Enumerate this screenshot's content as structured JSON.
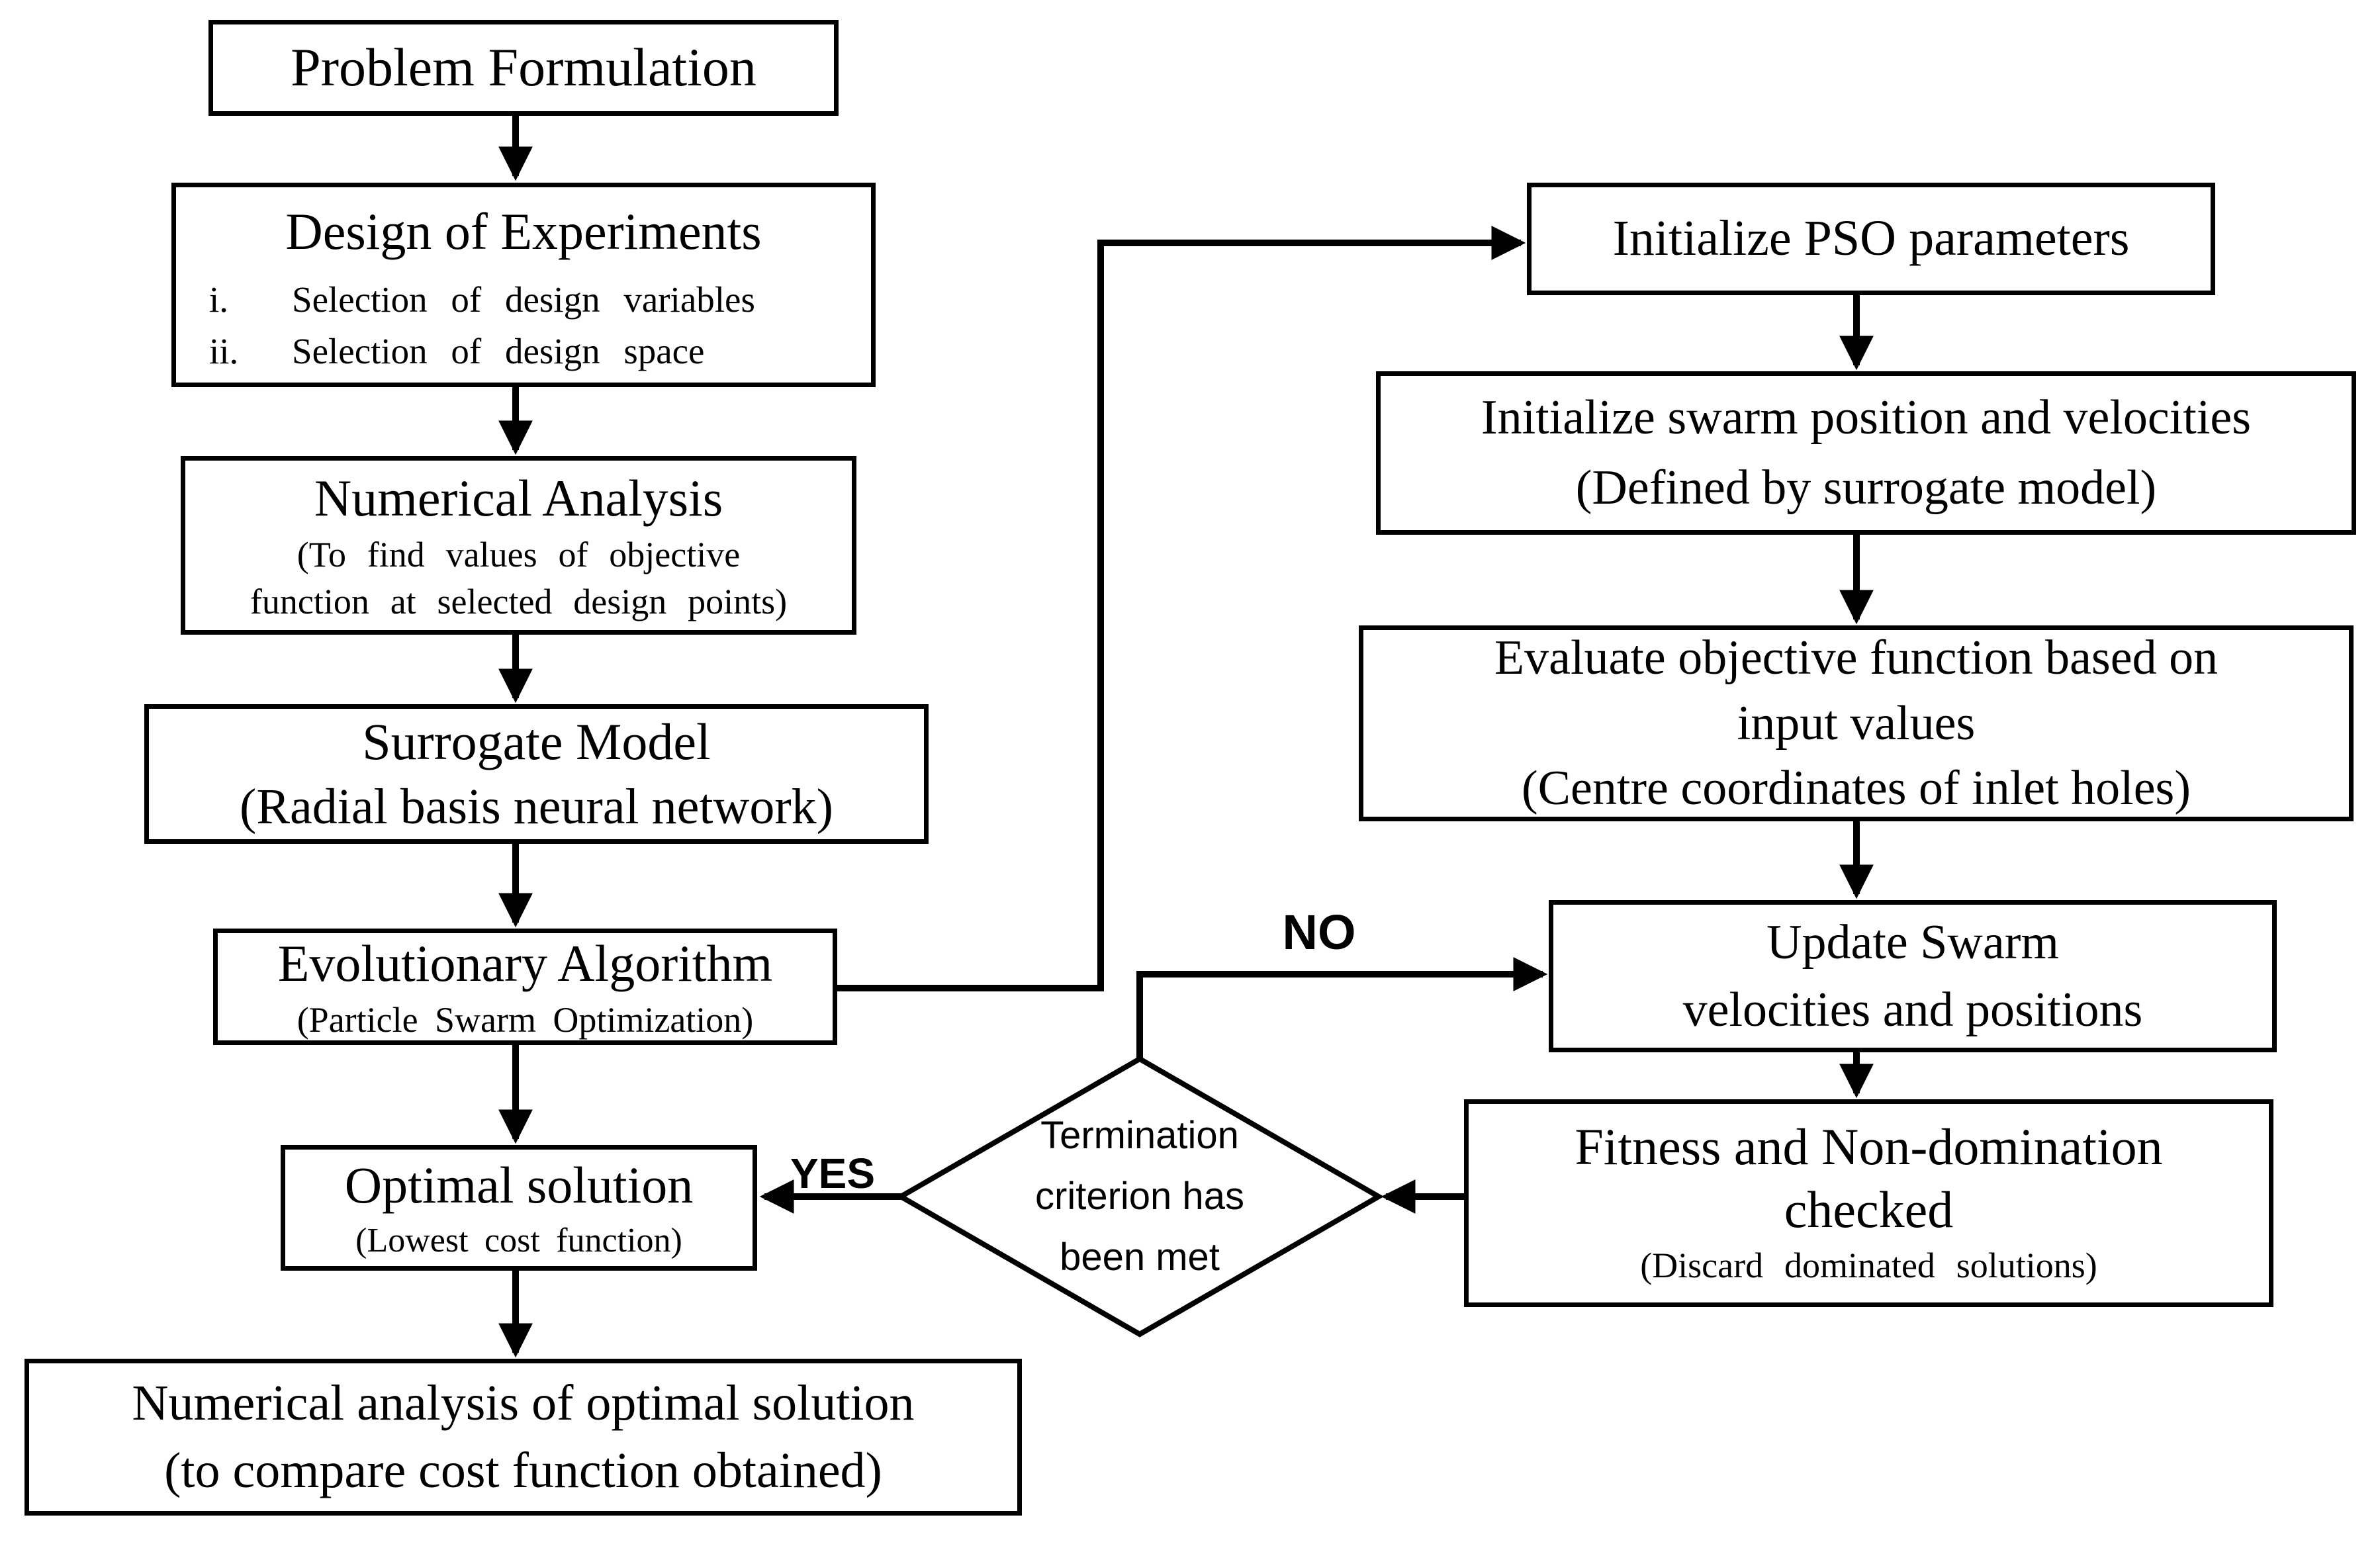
{
  "colors": {
    "ink": "#000000",
    "paper": "#ffffff"
  },
  "nodes": {
    "problem_formulation": {
      "title": "Problem Formulation"
    },
    "design_of_experiments": {
      "title": "Design of Experiments",
      "items": [
        {
          "num": "i.",
          "text": "Selection of design variables"
        },
        {
          "num": "ii.",
          "text": "Selection of design space"
        }
      ]
    },
    "numerical_analysis": {
      "title": "Numerical Analysis",
      "sub1": "(To find values of objective",
      "sub2": "function at selected design points)"
    },
    "surrogate_model": {
      "line1": "Surrogate Model",
      "line2": "(Radial basis neural network)"
    },
    "evolutionary_algorithm": {
      "title": "Evolutionary Algorithm",
      "sub": "(Particle Swarm Optimization)"
    },
    "optimal_solution": {
      "title": "Optimal solution",
      "sub": "(Lowest cost function)"
    },
    "numerical_analysis_optimal": {
      "line1": "Numerical analysis of optimal solution",
      "line2": "(to compare cost function obtained)"
    },
    "initialize_pso": {
      "title": "Initialize PSO parameters"
    },
    "initialize_swarm": {
      "line1": "Initialize swarm position and velocities",
      "line2": "(Defined by surrogate model)"
    },
    "evaluate_objective": {
      "line1": "Evaluate objective function based on",
      "line2": "input values",
      "line3": "(Centre coordinates of inlet holes)"
    },
    "update_swarm": {
      "line1": "Update Swarm",
      "line2": "velocities and positions"
    },
    "fitness_check": {
      "line1": "Fitness and Non-domination",
      "line2": "checked",
      "sub": "(Discard dominated solutions)"
    },
    "termination": {
      "line1": "Termination",
      "line2": "criterion has",
      "line3": "been met"
    }
  },
  "labels": {
    "yes": "YES",
    "no": "NO"
  }
}
